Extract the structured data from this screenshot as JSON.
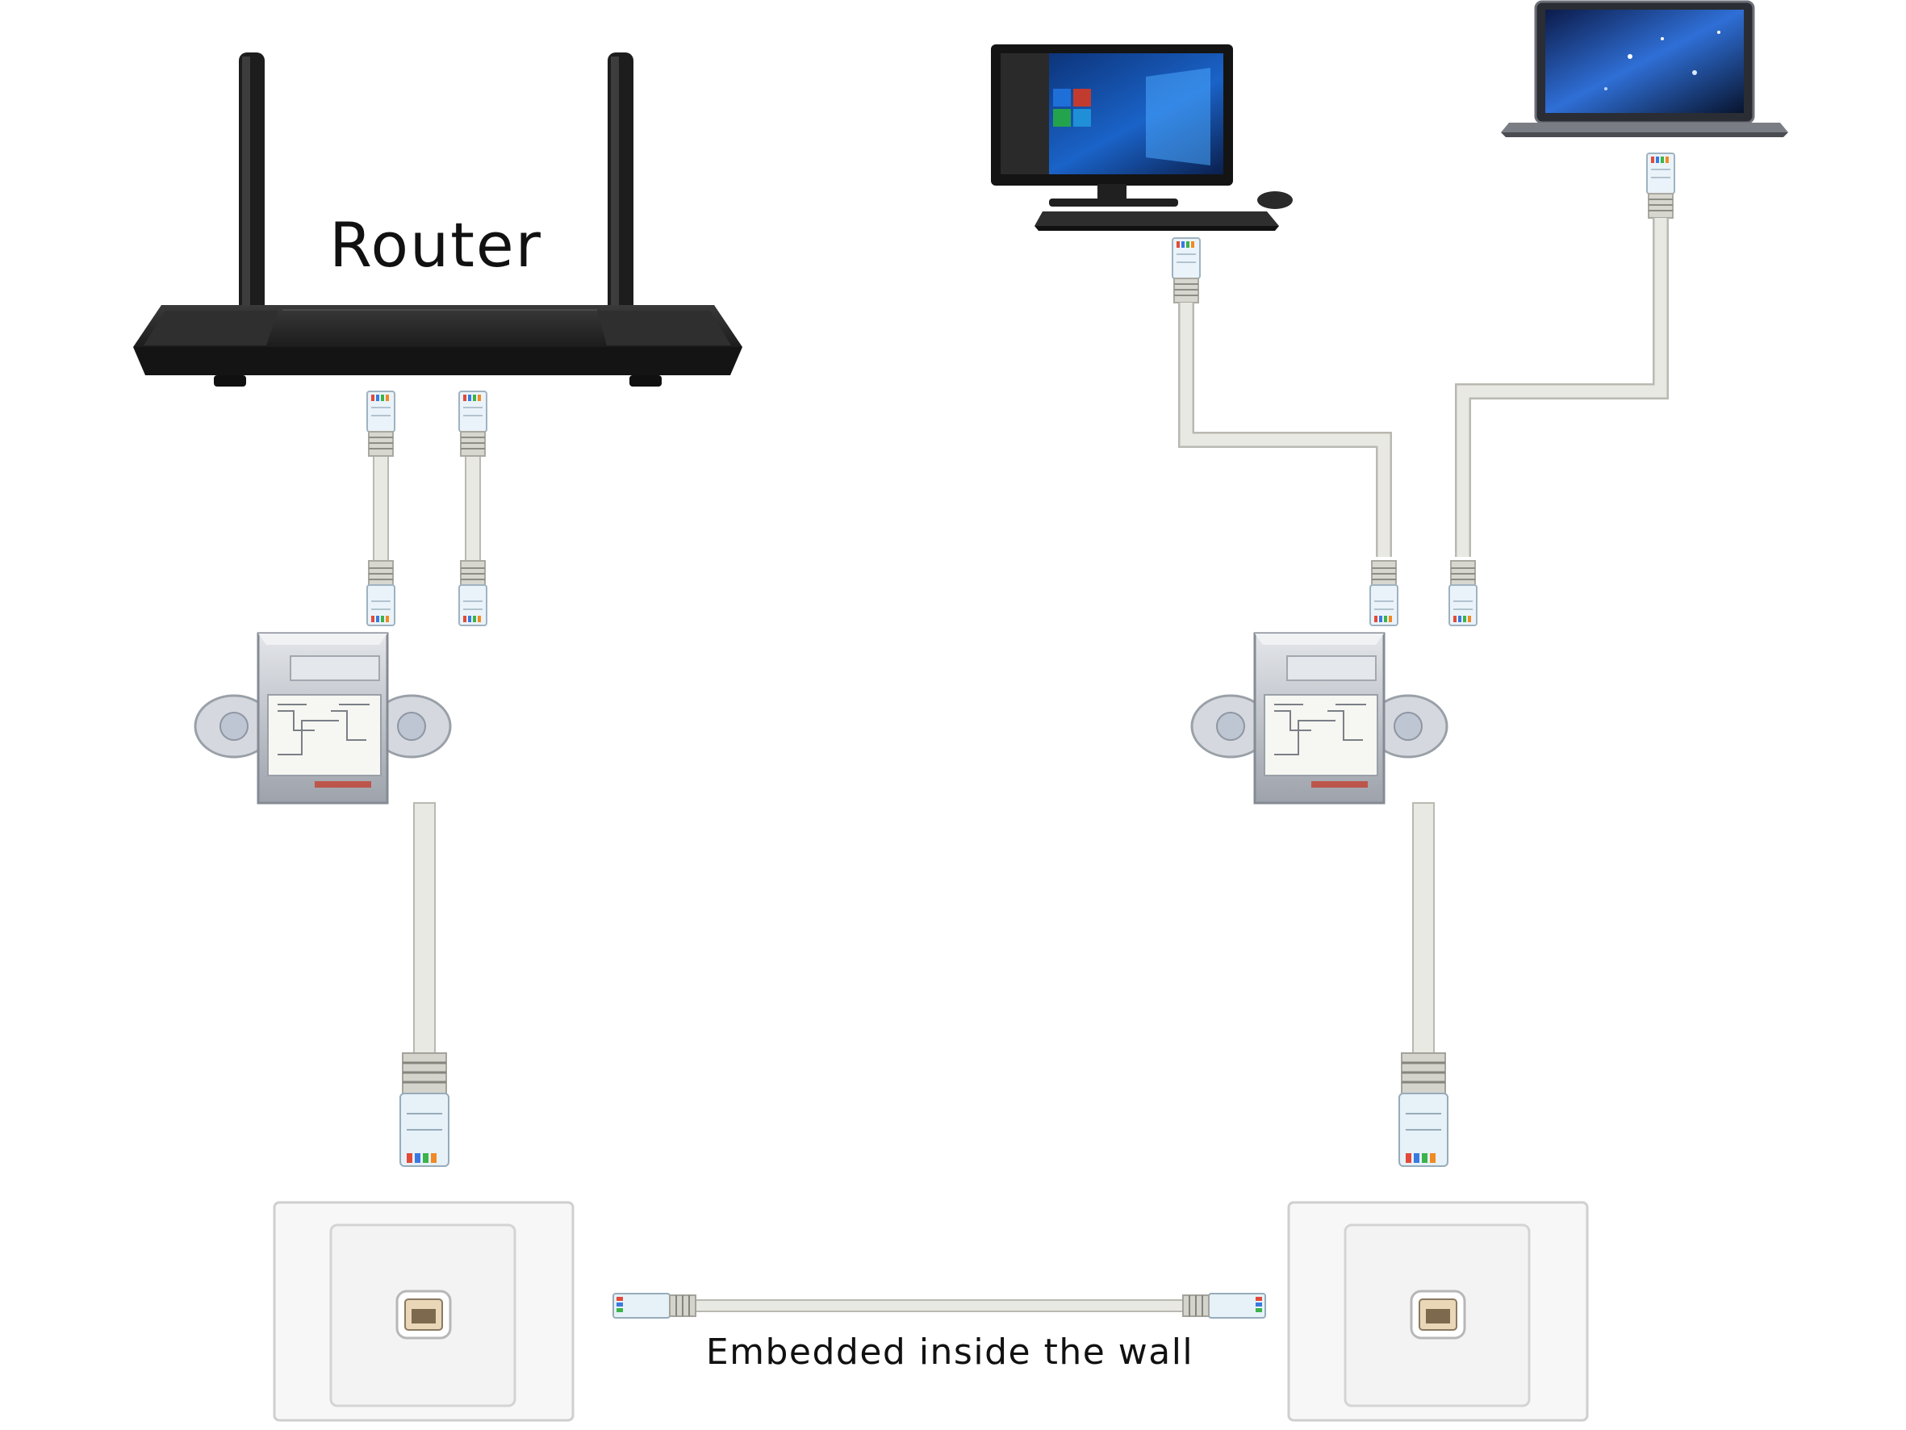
{
  "labels": {
    "router": "Router",
    "wall_cable": "Embedded inside the wall"
  },
  "devices": [
    {
      "id": "router",
      "icon": "router-icon"
    },
    {
      "id": "desktop",
      "icon": "desktop-computer-icon"
    },
    {
      "id": "laptop",
      "icon": "laptop-icon"
    },
    {
      "id": "splitter-left",
      "icon": "ethernet-splitter-icon"
    },
    {
      "id": "splitter-right",
      "icon": "ethernet-splitter-icon"
    },
    {
      "id": "wall-jack-left",
      "icon": "wall-socket-icon"
    },
    {
      "id": "wall-jack-right",
      "icon": "wall-socket-icon"
    }
  ],
  "connections": [
    {
      "from": "router",
      "to": "splitter-left",
      "count": 2
    },
    {
      "from": "splitter-left",
      "to": "wall-jack-left",
      "count": 1
    },
    {
      "from": "wall-jack-left",
      "to": "wall-jack-right",
      "count": 1,
      "label": "Embedded inside the wall"
    },
    {
      "from": "wall-jack-right",
      "to": "splitter-right",
      "count": 1
    },
    {
      "from": "splitter-right",
      "to": "desktop",
      "count": 1
    },
    {
      "from": "splitter-right",
      "to": "laptop",
      "count": 1
    }
  ],
  "colors": {
    "cable": "#e9e9e3",
    "cable_edge": "#b9b9b2",
    "router_body": "#2b2b2b",
    "splitter_metal": "#c9ccd3",
    "wall_plate": "#f7f7f7",
    "text": "#111111"
  }
}
